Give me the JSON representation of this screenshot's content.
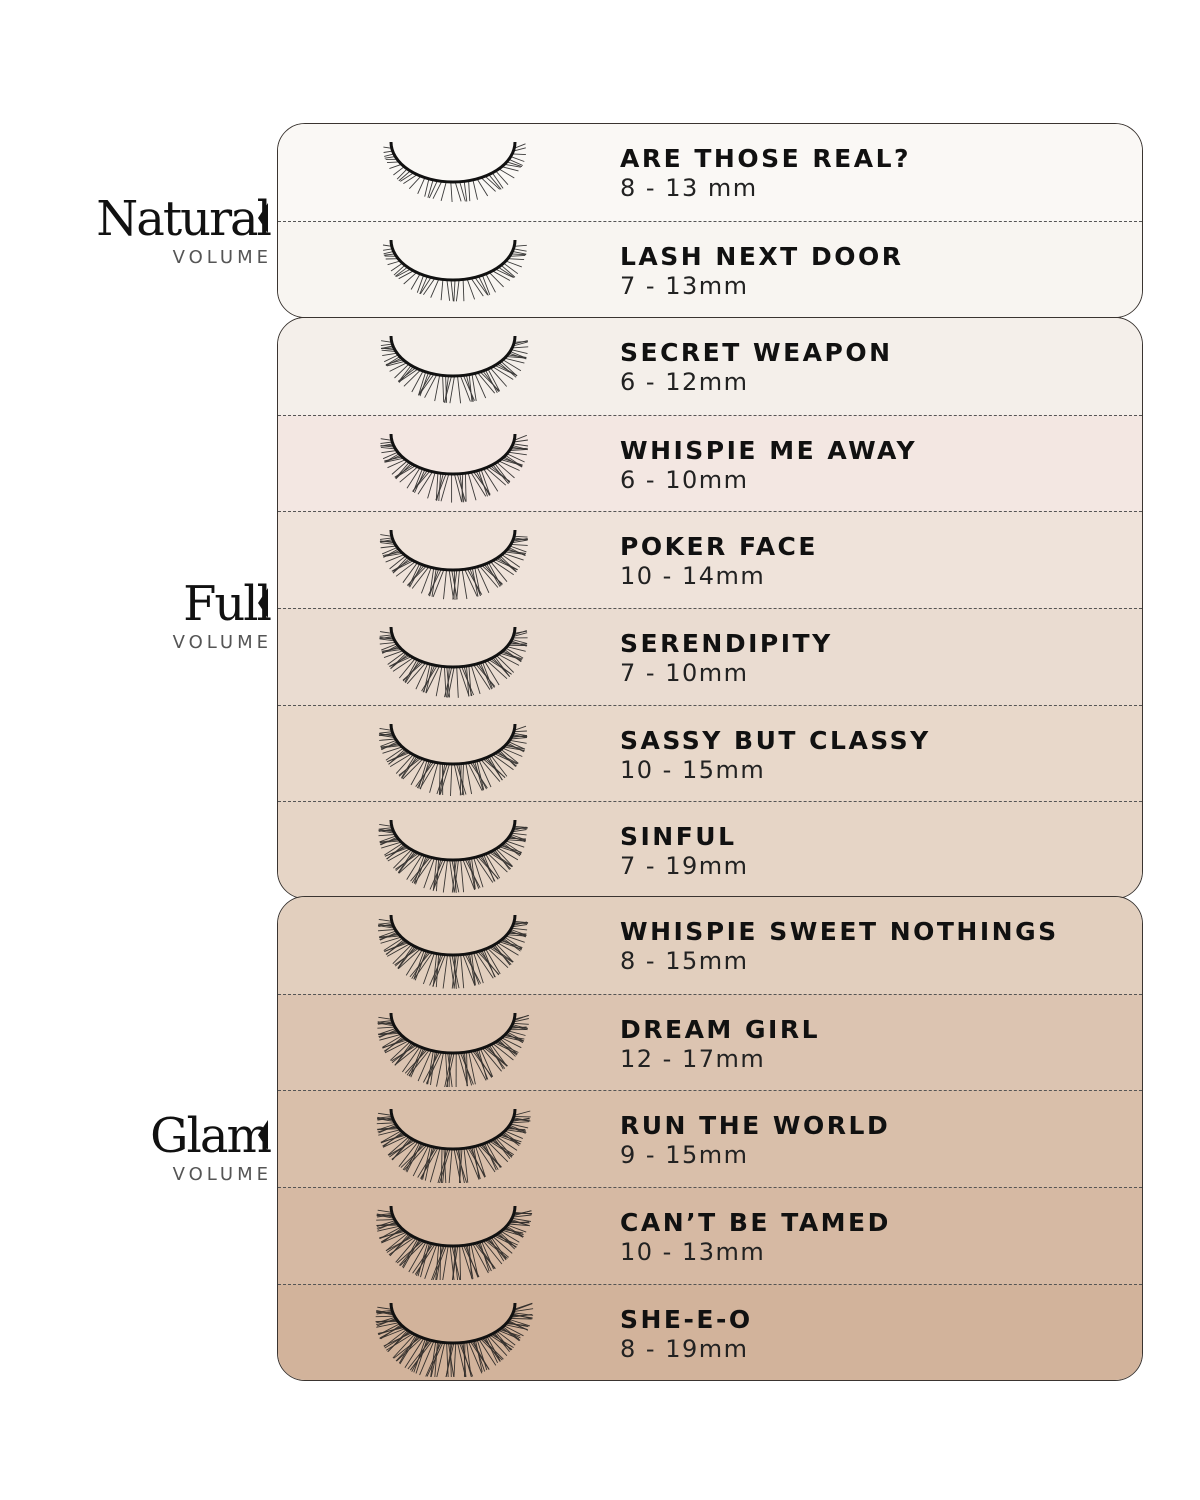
{
  "groups": [
    {
      "label": "Natural",
      "sub": "VOLUME",
      "items": [
        {
          "name": "ARE THOSE REAL?",
          "size": "8 - 13 mm",
          "color": "#faf8f5"
        },
        {
          "name": "LASH NEXT DOOR",
          "size": "7 - 13mm",
          "color": "#f8f5f1"
        }
      ]
    },
    {
      "label": "Full",
      "sub": "VOLUME",
      "items": [
        {
          "name": "SECRET WEAPON",
          "size": "6 - 12mm",
          "color": "#f4efea"
        },
        {
          "name": "WHISPIE ME AWAY",
          "size": "6 - 10mm",
          "color": "#f3e7e2"
        },
        {
          "name": "POKER FACE",
          "size": "10 - 14mm",
          "color": "#efe3da"
        },
        {
          "name": "SERENDIPITY",
          "size": "7 - 10mm",
          "color": "#eadcd1"
        },
        {
          "name": "SASSY BUT CLASSY",
          "size": "10 - 15mm",
          "color": "#e8d8ca"
        },
        {
          "name": "SINFUL",
          "size": "7 - 19mm",
          "color": "#e6d5c6"
        }
      ]
    },
    {
      "label": "Glam",
      "sub": "VOLUME",
      "items": [
        {
          "name": "WHISPIE SWEET NOTHINGS",
          "size": "8 - 15mm",
          "color": "#e2cfbe"
        },
        {
          "name": "DREAM GIRL",
          "size": "12 - 17mm",
          "color": "#dcc4b1"
        },
        {
          "name": "RUN THE WORLD",
          "size": "9 - 15mm",
          "color": "#d9bfaa"
        },
        {
          "name": "CAN’T BE TAMED",
          "size": "10 - 13mm",
          "color": "#d6b9a3"
        },
        {
          "name": "SHE-E-O",
          "size": "8 - 19mm",
          "color": "#d2b39b"
        }
      ]
    }
  ]
}
